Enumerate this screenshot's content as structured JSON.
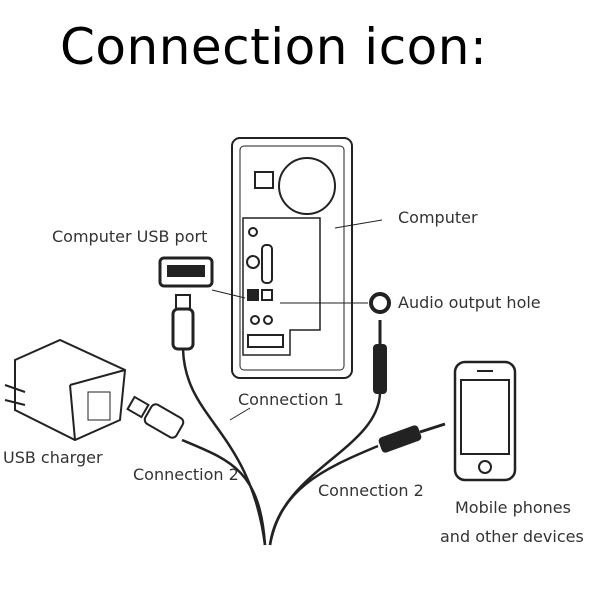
{
  "title": "Connection icon:",
  "labels": {
    "computer": "Computer",
    "computer_usb_port": "Computer USB port",
    "audio_output_hole": "Audio output hole",
    "connection_1": "Connection 1",
    "usb_charger": "USB charger",
    "connection_2_left": "Connection 2",
    "connection_2_right": "Connection 2",
    "mobile_line1": "Mobile phones",
    "mobile_line2": "and other devices"
  }
}
